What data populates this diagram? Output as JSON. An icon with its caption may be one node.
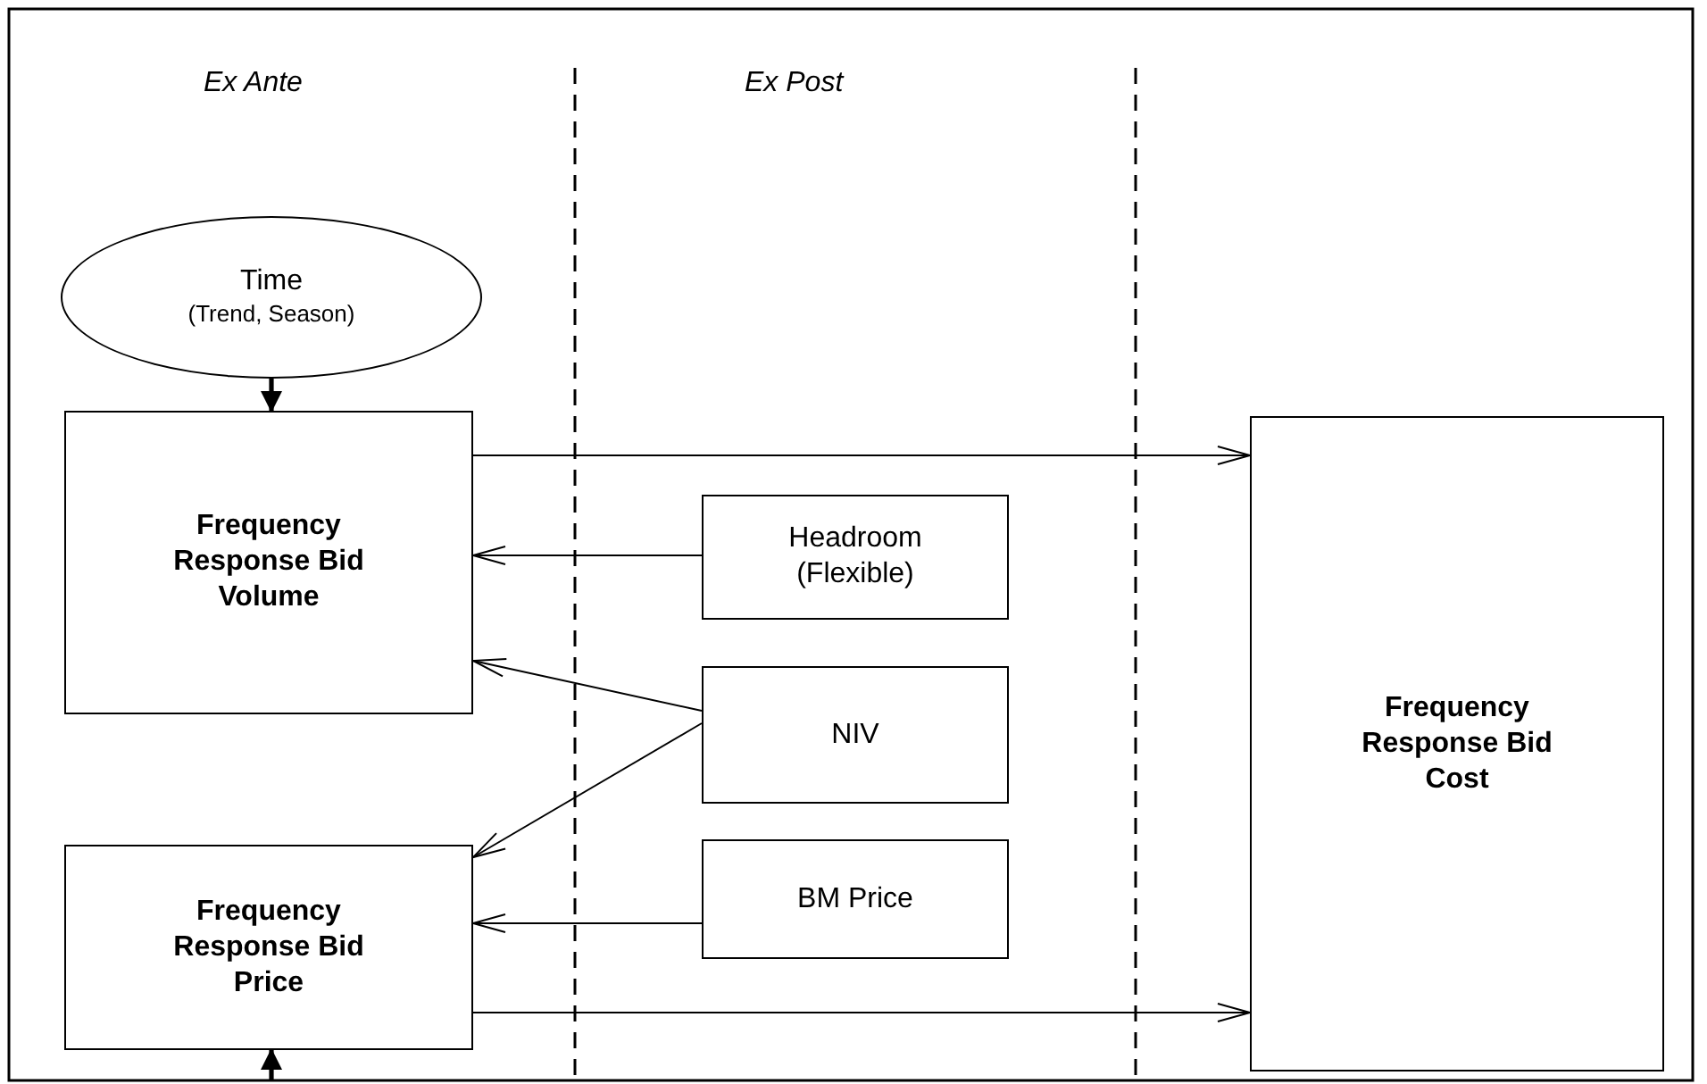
{
  "diagram": {
    "nodes": [
      {
        "text": [
          "Time",
          "(Trend, Season)"
        ]
      },
      {
        "text": [
          "Frequency Response Bid Volume"
        ]
      },
      {
        "text": [
          "Headroom (Flexible)"
        ]
      },
      {
        "text": [
          "NIV"
        ]
      },
      {
        "text": [
          "BM Price"
        ]
      },
      {
        "text": [
          "Frequency Response Bid Price"
        ]
      },
      {
        "text": [
          "Frequency Response Bid Cost"
        ]
      }
    ],
    "edges": [
      {
        "from": 0,
        "to": 1,
        "arrow": "to",
        "style": "thick"
      },
      {
        "from": 1,
        "to": 6,
        "arrow": "to"
      },
      {
        "from": 2,
        "to": 1,
        "arrow": "to"
      },
      {
        "from": 3,
        "to": 1,
        "arrow": "to"
      },
      {
        "from": 3,
        "to": 5,
        "arrow": "to"
      },
      {
        "from": 4,
        "to": 5,
        "arrow": "to"
      },
      {
        "from": 5,
        "to": 6,
        "arrow": "to"
      },
      {
        "from": null,
        "to": 5,
        "arrow": "to",
        "style": "thick"
      }
    ],
    "labels": [
      "Ex Ante",
      "Ex Post"
    ]
  }
}
